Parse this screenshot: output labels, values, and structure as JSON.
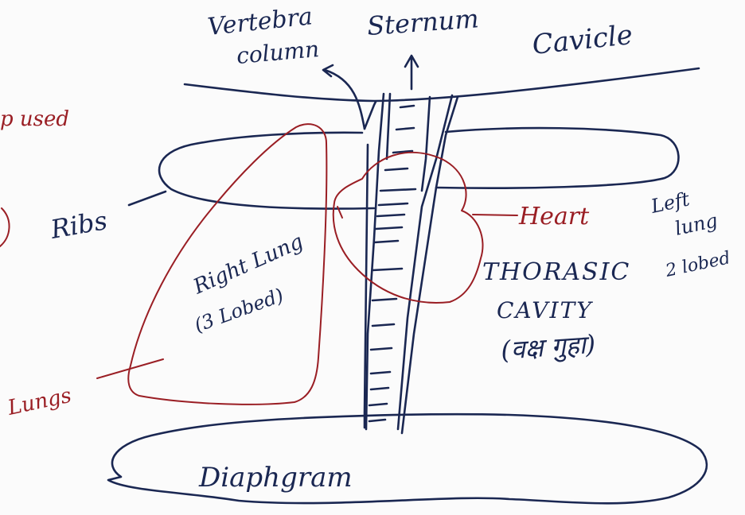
{
  "labels": {
    "vertebra_line1": "Vertebra",
    "vertebra_line2": "column",
    "sternum": "Sternum",
    "clavicle": "Cavicle",
    "partial_left": "p used",
    "ribs": "Ribs",
    "right_lung_line1": "Right Lung",
    "right_lung_line2": "(3 Lobed)",
    "heart": "Heart",
    "left_lung_line1": "Left",
    "left_lung_line2": "lung",
    "left_lung_line3": "2 lobed",
    "thoracic_line1": "THORASIC",
    "thoracic_line2": "CAVITY",
    "thoracic_hindi": "(वक्ष गुहा)",
    "lungs": "Lungs",
    "diaphragm": "Diaphgram"
  },
  "colors": {
    "ink": "#1a2752",
    "red_ink": "#9a1e24",
    "paper": "#fbfbfb"
  }
}
